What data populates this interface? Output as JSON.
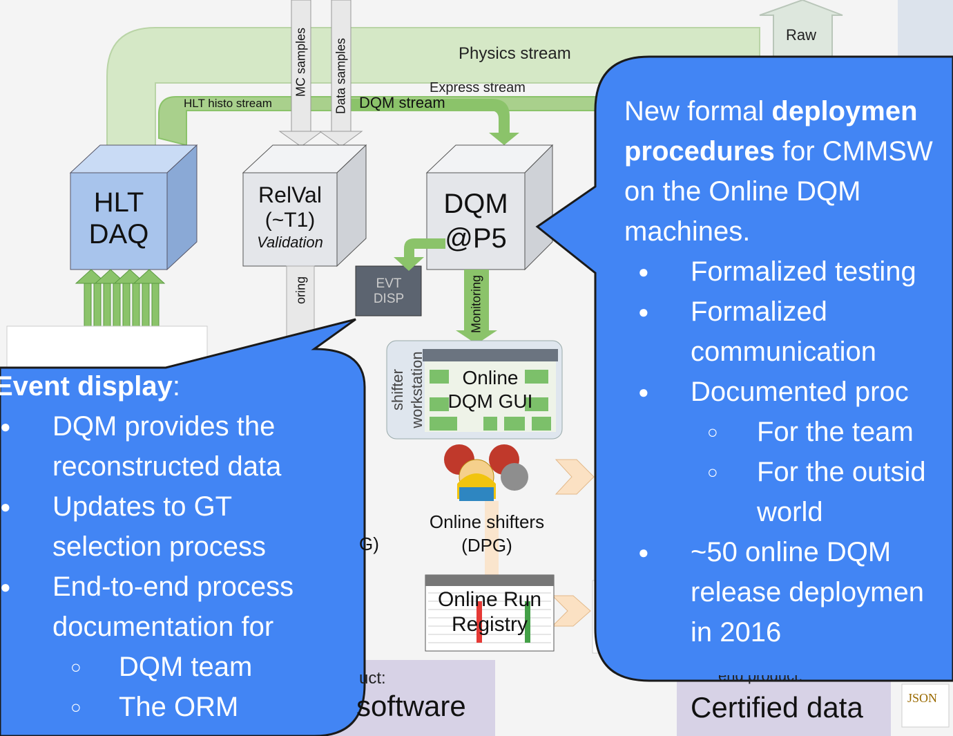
{
  "diagram": {
    "streams": {
      "physics": "Physics stream",
      "express": "Express stream",
      "dqm": "DQM stream",
      "hlt_histo": "HLT histo stream",
      "mc_samples": "MC samples",
      "data_samples": "Data samples",
      "raw": "Raw"
    },
    "boxes": {
      "hlt": {
        "line1": "HLT",
        "line2": "DAQ"
      },
      "relval": {
        "line1": "RelVal",
        "line2": "(~T1)",
        "line3": "Validation"
      },
      "dqm_p5": {
        "line1": "DQM",
        "line2": "@P5"
      },
      "evt_disp": {
        "line1": "EVT",
        "line2": "DISP"
      }
    },
    "monitoring_left": "oring",
    "monitoring_right": "Monitoring",
    "shifter_workstation": {
      "line1": "shifter",
      "line2": "workstation"
    },
    "online_gui": {
      "line1": "Online",
      "line2": "DQM GUI"
    },
    "online_shifters": {
      "line1": "Online shifters",
      "line2": "(DPG)"
    },
    "partial_g": "G)",
    "online_run_registry": {
      "line1": "Online Run",
      "line2": "Registry"
    },
    "end_product_left": {
      "label": "uct:",
      "value": "software"
    },
    "end_product_right": {
      "label": "end product:",
      "value": "Certified data"
    },
    "json_badge": "JSON"
  },
  "callout_left": {
    "heading": "Event display",
    "heading_suffix": ":",
    "items": [
      {
        "text": "DQM provides the",
        "cont": "reconstructed data"
      },
      {
        "text": "Updates to GT",
        "cont": "selection process"
      },
      {
        "text": "End-to-end process",
        "cont": "documentation for"
      }
    ],
    "subitems": [
      "DQM team",
      "The ORM"
    ]
  },
  "callout_right": {
    "intro1": "New formal ",
    "intro_bold1": "deploymen",
    "intro_bold2": "procedures",
    "intro2": " for CMMSW",
    "intro3": "on the Online DQM",
    "intro4": "machines.",
    "items": [
      "Formalized testing",
      "Formalized",
      "communication",
      "Documented proc"
    ],
    "subitems": [
      "For the team",
      "For the outsid",
      "world"
    ],
    "last1": "~50 online DQM",
    "last2": "release deploymen",
    "last3": "in 2016"
  },
  "colors": {
    "callout": "#4285f4",
    "callout_border": "#1a1a1a",
    "stream_light": "#d5e8c6",
    "stream_dark": "#8bc36a",
    "cube_blue": "#a8c4ec",
    "cube_grey": "#e4e6ea"
  }
}
